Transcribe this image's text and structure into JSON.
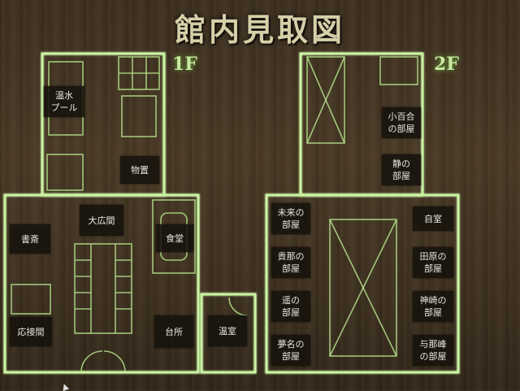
{
  "title": "館内見取図",
  "floors": {
    "f1": {
      "label": "1F"
    },
    "f2": {
      "label": "2F"
    }
  },
  "rooms_1f": {
    "onsui_pool": "温水\nプール",
    "monooki": "物置",
    "daihiroma": "大広間",
    "shosai": "書斎",
    "shokudo": "食堂",
    "osetsuma": "応接間",
    "daidokoro": "台所",
    "onshitsu": "温室"
  },
  "rooms_2f": {
    "sayuri": "小百合\nの部屋",
    "shizuka": "静の\n部屋",
    "miku": "未来の\n部屋",
    "kina": "貴那の\n部屋",
    "haruka": "遥の\n部屋",
    "yumena": "夢名の\n部屋",
    "jishitsu": "自室",
    "tawara": "田原の\n部屋",
    "kanzaki": "神崎の\n部屋",
    "yonamine": "与那峰\nの部屋"
  }
}
